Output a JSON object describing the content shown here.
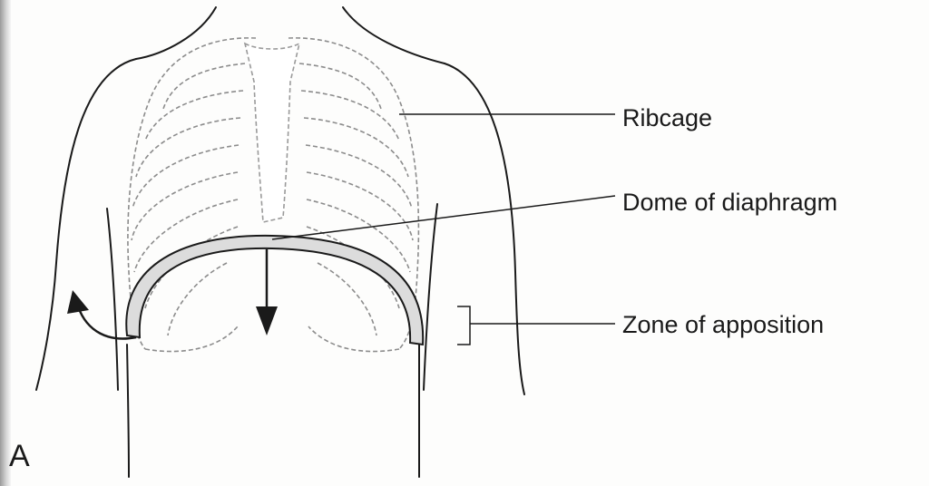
{
  "figure": {
    "panel_letter": "A",
    "labels": {
      "ribcage": "Ribcage",
      "dome": "Dome of diaphragm",
      "zone": "Zone of apposition"
    }
  },
  "colors": {
    "ink": "#1a1a1a",
    "rib_stroke": "#8c8c8c",
    "diaphragm_fill": "#dcdcdc"
  }
}
